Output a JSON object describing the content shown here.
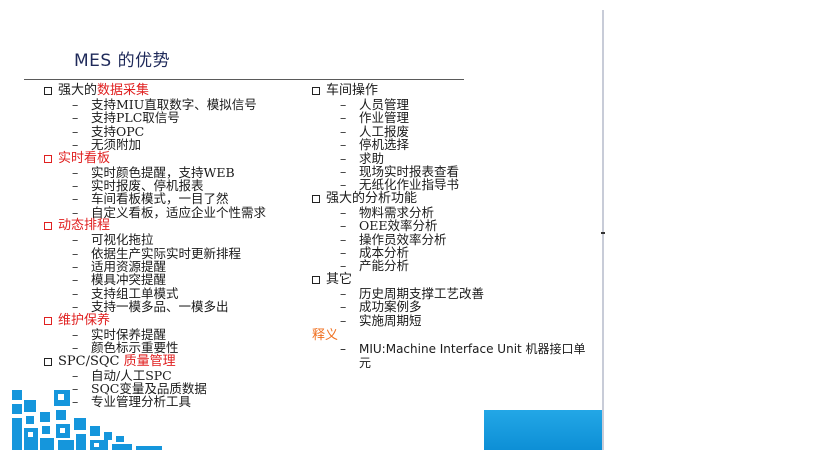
{
  "title": "MES 的优势",
  "left": [
    {
      "head_pre": "强大的",
      "head_accent": "数据采集",
      "red_box": false,
      "items": [
        "支持MIU直取数字、模拟信号",
        "支持PLC取信号",
        "支持OPC",
        "无须附加"
      ]
    },
    {
      "head_pre": "",
      "head_accent": "实时看板",
      "red_box": true,
      "items": [
        "实时颜色提醒，支持WEB",
        "实时报废、停机报表",
        "车间看板模式，一目了然",
        "自定义看板，适应企业个性需求"
      ]
    },
    {
      "head_pre": "",
      "head_accent": "动态排程",
      "red_box": true,
      "items": [
        "可视化拖拉",
        "依据生产实际实时更新排程",
        "适用资源提醒",
        "模具冲突提醒",
        "支持组工单模式",
        "支持一模多品、一模多出"
      ]
    },
    {
      "head_pre": "",
      "head_accent": "维护保养",
      "red_box": true,
      "items": [
        "实时保养提醒",
        "颜色标示重要性"
      ]
    },
    {
      "head_pre": "SPC/SQC ",
      "head_accent": "质量管理",
      "red_box": false,
      "items": [
        "自动/人工SPC",
        "SQC变量及品质数据",
        "专业管理分析工具"
      ]
    }
  ],
  "right": [
    {
      "head": "车间操作",
      "items": [
        "人员管理",
        "作业管理",
        "人工报废",
        "停机选择",
        "求助",
        "现场实时报表查看",
        "无纸化作业指导书"
      ]
    },
    {
      "head": "强大的分析功能",
      "items": [
        "物料需求分析",
        "OEE效率分析",
        "操作员效率分析",
        "成本分析",
        "产能分析"
      ]
    },
    {
      "head": "其它",
      "items": [
        "历史周期支撑工艺改善",
        "成功案例多",
        "实施周期短"
      ]
    }
  ],
  "shiyi": {
    "label": "释义",
    "items": [
      "MIU:Machine Interface Unit 机器接口单元"
    ]
  },
  "colors": {
    "accent": "#e02020",
    "note": "#f07020",
    "brand_blue": "#1596dc"
  }
}
